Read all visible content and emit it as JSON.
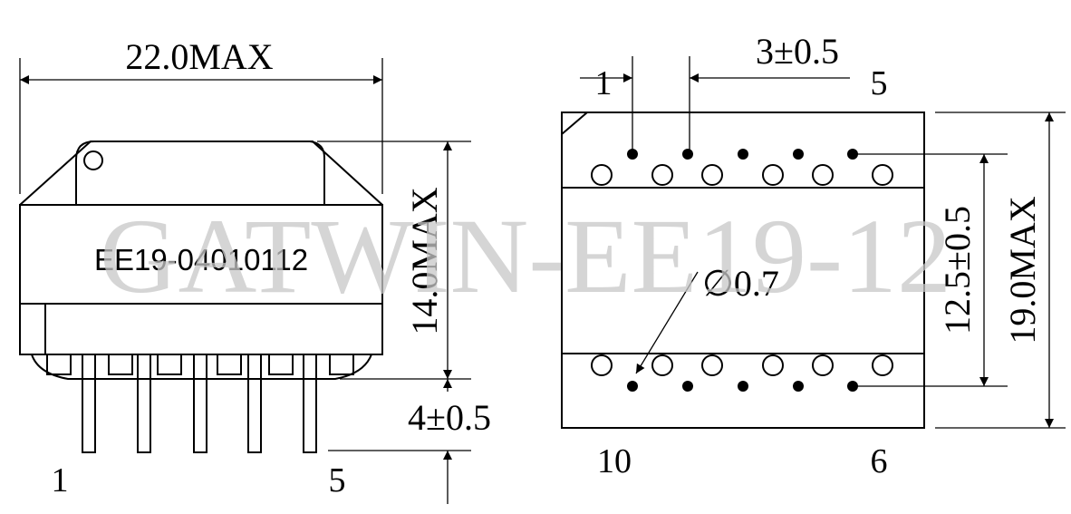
{
  "watermark": "GATWIN-EE19-12",
  "side_view": {
    "width_dim": "22.0MAX",
    "height_dim": "14.0MAX",
    "pin_length_dim": "4±0.5",
    "part_label": "EE19-04010112",
    "pin_label_left": "1",
    "pin_label_right": "5"
  },
  "top_view": {
    "pitch_dim": "3±0.5",
    "row_span_dim": "12.5±0.5",
    "body_dim": "19.0MAX",
    "hole_dim": "∅0.7",
    "pin_1": "1",
    "pin_5": "5",
    "pin_10": "10",
    "pin_6": "6"
  }
}
